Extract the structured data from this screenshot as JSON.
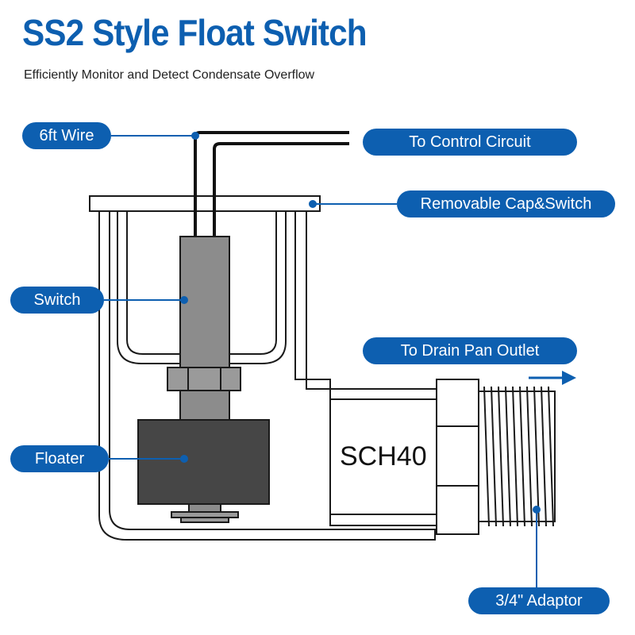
{
  "title": "SS2 Style Float Switch",
  "subtitle": "Efficiently Monitor and Detect Condensate Overflow",
  "labels": {
    "wire": "6ft Wire",
    "control": "To Control Circuit",
    "cap": "Removable Cap&Switch",
    "switch": "Switch",
    "drain": "To Drain Pan Outlet",
    "floater": "Floater",
    "adaptor": "3/4\" Adaptor",
    "pipe_marking": "SCH40"
  },
  "colors": {
    "accent": "#0d5fb0",
    "switch_body": "#8c8c8c",
    "floater": "#464646",
    "outline": "#1a1a1a"
  }
}
